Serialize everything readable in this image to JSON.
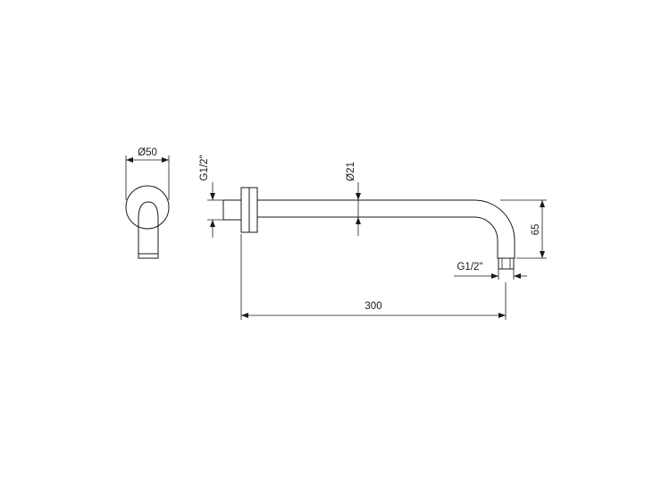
{
  "drawing": {
    "side_view": {
      "diameter_label": "Ø50"
    },
    "arm": {
      "inlet_thread_label": "G1/2\"",
      "tube_diameter_label": "Ø21",
      "drop_label": "65",
      "outlet_thread_label": "G1/2\"",
      "length_label": "300"
    },
    "line_color": "#1a1a1a"
  }
}
